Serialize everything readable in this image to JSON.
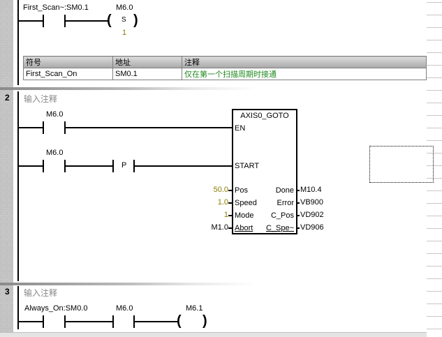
{
  "networks": [
    {
      "number": "",
      "rung": {
        "contact_label": "First_Scan~:SM0.1",
        "coil_label": "M6.0",
        "coil_type": "S",
        "coil_count": "1"
      },
      "symbol_table": {
        "headers": [
          "符号",
          "地址",
          "注释"
        ],
        "rows": [
          {
            "symbol": "First_Scan_On",
            "address": "SM0.1",
            "comment": "仅在第一个扫描周期时接通"
          }
        ]
      }
    },
    {
      "number": "2",
      "comment": "输入注释",
      "rung": {
        "contact1_label": "M6.0",
        "contact2_label": "M6.0",
        "edge_label": "P",
        "block": {
          "name": "AXIS0_GOTO",
          "inputs": [
            {
              "pin": "EN",
              "value": ""
            },
            {
              "pin": "START",
              "value": ""
            },
            {
              "pin": "Pos",
              "value": "50.0"
            },
            {
              "pin": "Speed",
              "value": "1.0"
            },
            {
              "pin": "Mode",
              "value": "1"
            },
            {
              "pin": "Abort",
              "value": "M1.0"
            }
          ],
          "outputs": [
            {
              "pin": "Done",
              "value": "M10.4"
            },
            {
              "pin": "Error",
              "value": "VB900"
            },
            {
              "pin": "C_Pos",
              "value": "VD902"
            },
            {
              "pin": "C_Spe~",
              "value": "VD906"
            }
          ]
        }
      }
    },
    {
      "number": "3",
      "comment": "输入注释",
      "rung": {
        "contact1_label": "Always_On:SM0.0",
        "contact2_label": "M6.0",
        "coil_label": "M6.1"
      }
    }
  ],
  "colors": {
    "constant": "#8a7a00",
    "comment_green": "#1f8a1f",
    "comment_gray": "#888888"
  }
}
